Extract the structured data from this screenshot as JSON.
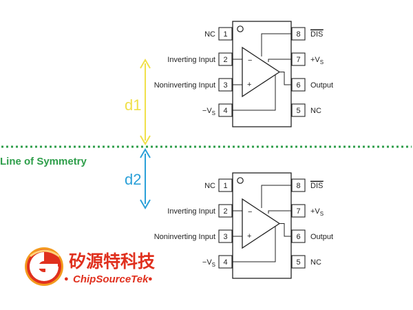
{
  "chip": {
    "left_pins": [
      {
        "label": "NC",
        "sub": "",
        "number": "1"
      },
      {
        "label": "Inverting Input",
        "sub": "",
        "number": "2"
      },
      {
        "label": "Noninverting Input",
        "sub": "",
        "number": "3"
      },
      {
        "label": "−V",
        "sub": "S",
        "number": "4"
      }
    ],
    "right_pins": [
      {
        "label": "DIS",
        "sub": "",
        "number": "8",
        "overline": true
      },
      {
        "label": "+V",
        "sub": "S",
        "number": "7"
      },
      {
        "label": "Output",
        "sub": "",
        "number": "6"
      },
      {
        "label": "NC",
        "sub": "",
        "number": "5"
      }
    ],
    "minus_sign": "−",
    "plus_sign": "+"
  },
  "symmetry": {
    "line_label": "Line of Symmetry",
    "d1_label": "d1",
    "d2_label": "d2"
  },
  "logo": {
    "chinese_text": "矽源特科技",
    "english_text": "ChipSourceTek",
    "bullet": "●"
  },
  "colors": {
    "symmetry_line": "#2e9e4a",
    "d1_arrow": "#f0e04a",
    "d2_arrow": "#2aa0d8",
    "logo_red": "#e0301e",
    "logo_orange": "#f39a1e"
  }
}
